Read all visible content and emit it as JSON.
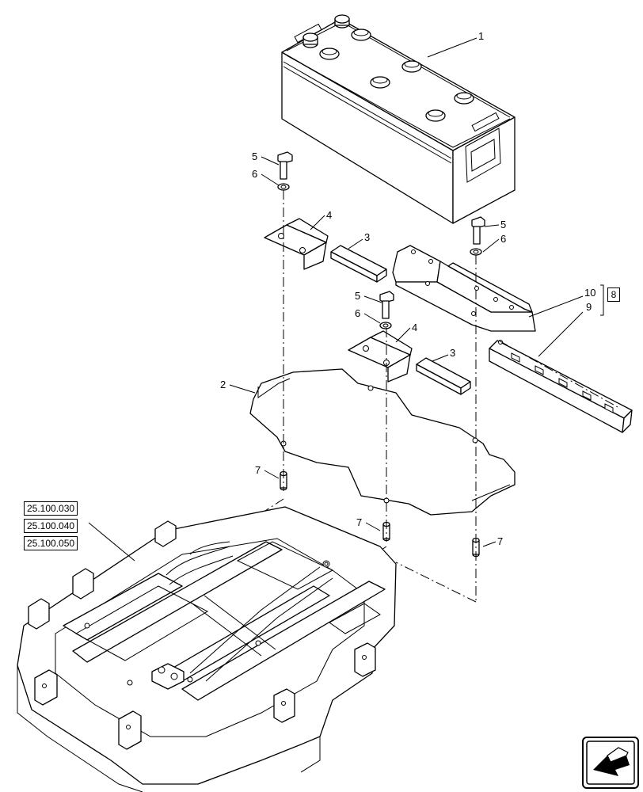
{
  "callouts": {
    "c1": "1",
    "c2": "2",
    "c3a": "3",
    "c3b": "3",
    "c4a": "4",
    "c4b": "4",
    "c5a": "5",
    "c5b": "5",
    "c5c": "5",
    "c6a": "6",
    "c6b": "6",
    "c6c": "6",
    "c7a": "7",
    "c7b": "7",
    "c7c": "7",
    "c9": "9",
    "c10": "10",
    "c8": "8"
  },
  "references": [
    "25.100.030",
    "25.100.040",
    "25.100.050"
  ],
  "nav": {
    "icon": "arrow-navigation-icon"
  }
}
